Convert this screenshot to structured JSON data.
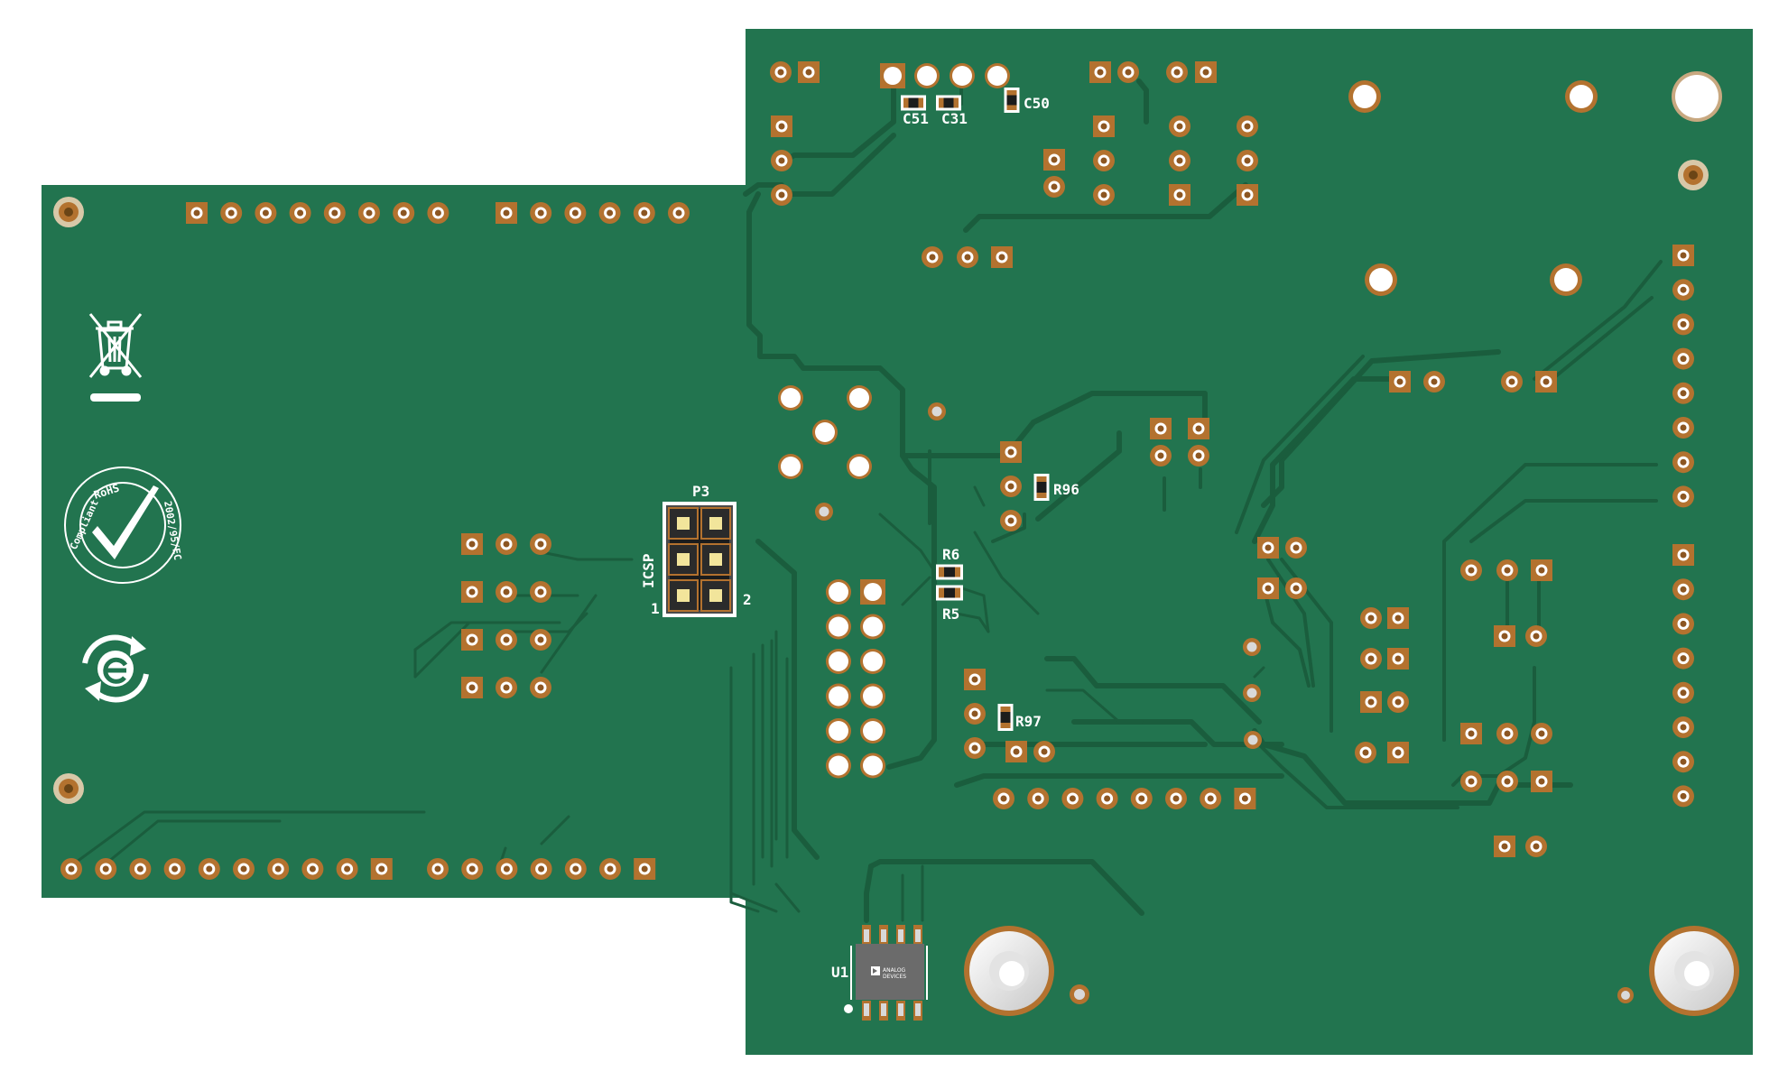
{
  "colors": {
    "background": "#ffffff",
    "pcb": "#22744f",
    "trace": "#1a5d3d",
    "copper": "#b3722f",
    "copper_dark": "#8c5622",
    "pad_hole": "#ffffff",
    "silkscreen": "#ffffff",
    "ic_body": "#6b6b6b",
    "header_body": "#1c1c1c"
  },
  "labels": {
    "p3": "P3",
    "icsp": "ICSP",
    "pin1": "1",
    "pin2": "2",
    "c51": "C51",
    "c31": "C31",
    "c50": "C50",
    "r96": "R96",
    "r6": "R6",
    "r5": "R5",
    "r97": "R97",
    "u1": "U1",
    "rohs_line1": "RoHS",
    "rohs_line2": "Compliant",
    "rohs_line3": "2002/95/EC",
    "ic_brand_1": "ANALOG",
    "ic_brand_2": "DEVICES"
  },
  "icons": [
    "weee-bin-icon",
    "rohs-check-icon",
    "recycle-e-icon"
  ]
}
